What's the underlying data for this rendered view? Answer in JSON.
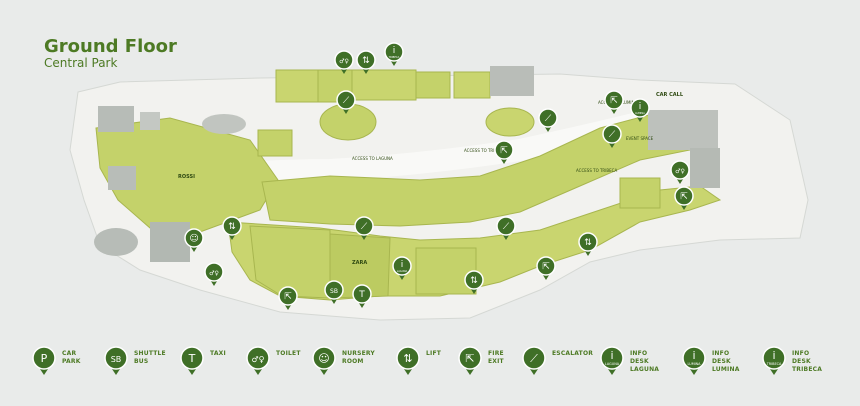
{
  "header": {
    "title": "Ground Floor",
    "subtitle": "Central Park"
  },
  "colors": {
    "brand_green": "#4d7a24",
    "shop_green": "#c4d26a",
    "floor": "#f2f2ef",
    "ground": "#e9ebea",
    "pin": "#3f6f27"
  },
  "map": {
    "labels": {
      "rossi": "ROSSI",
      "zara": "ZARA",
      "ca_laguna": "ACCESS TO LAGUNA",
      "ca_tribeca": "ACCESS TO TRIBECA",
      "ca_tribeca2": "ACCESS TO TRIBECA",
      "ca_lumina": "ACCESS TO LUMINA",
      "car_call": "CAR CALL",
      "event_space": "EVENT SPACE"
    },
    "pins": [
      {
        "icon": "toilet-icon",
        "glyph": "♂♀"
      },
      {
        "icon": "lift-icon",
        "glyph": "⇅"
      },
      {
        "icon": "info-icon",
        "glyph": "i",
        "label": "TRIBECA"
      },
      {
        "icon": "escalator-icon",
        "glyph": "⟋"
      },
      {
        "icon": "fire-exit-icon",
        "glyph": "⇱"
      },
      {
        "icon": "escalator-icon",
        "glyph": "⟋"
      },
      {
        "icon": "fire-exit-icon",
        "glyph": "⇱"
      },
      {
        "icon": "info-icon",
        "glyph": "i",
        "label": "LUMINA"
      },
      {
        "icon": "escalator-icon",
        "glyph": "⟋"
      },
      {
        "icon": "toilet-icon",
        "glyph": "♂♀"
      },
      {
        "icon": "fire-exit-icon",
        "glyph": "⇱"
      },
      {
        "icon": "lift-icon",
        "glyph": "⇅"
      },
      {
        "icon": "nursery-icon",
        "glyph": "☺"
      },
      {
        "icon": "lift-icon",
        "glyph": "⇅"
      },
      {
        "icon": "toilet-icon",
        "glyph": "♂♀"
      },
      {
        "icon": "fire-exit-icon",
        "glyph": "⇱"
      },
      {
        "icon": "shuttle-bus-icon",
        "glyph": "SB"
      },
      {
        "icon": "taxi-icon",
        "glyph": "T"
      },
      {
        "icon": "info-icon",
        "glyph": "i",
        "label": "LAGUNA"
      },
      {
        "icon": "escalator-icon",
        "glyph": "⟋"
      },
      {
        "icon": "escalator-icon",
        "glyph": "⟋"
      },
      {
        "icon": "fire-exit-icon",
        "glyph": "⇱"
      },
      {
        "icon": "lift-icon",
        "glyph": "⇅"
      }
    ]
  },
  "legend": [
    {
      "icon": "car-park-icon",
      "glyph": "P",
      "label": "CAR PARK"
    },
    {
      "icon": "shuttle-bus-icon",
      "glyph": "SB",
      "label": "SHUTTLE BUS"
    },
    {
      "icon": "taxi-icon",
      "glyph": "T",
      "label": "TAXI"
    },
    {
      "icon": "toilet-icon",
      "glyph": "♂♀",
      "label": "TOILET"
    },
    {
      "icon": "nursery-icon",
      "glyph": "☺",
      "label": "NURSERY ROOM"
    },
    {
      "icon": "lift-icon",
      "glyph": "⇅",
      "label": "LIFT"
    },
    {
      "icon": "fire-exit-icon",
      "glyph": "⇱",
      "label": "FIRE EXIT"
    },
    {
      "icon": "escalator-icon",
      "glyph": "⟋",
      "label": "ESCALATOR"
    },
    {
      "icon": "info-icon",
      "glyph": "i",
      "sub": "LAGUNA",
      "label": "INFO DESK LAGUNA"
    },
    {
      "icon": "info-icon",
      "glyph": "i",
      "sub": "LUMINA",
      "label": "INFO DESK LUMINA"
    },
    {
      "icon": "info-icon",
      "glyph": "i",
      "sub": "TRIBECA",
      "label": "INFO DESK TRIBECA"
    }
  ]
}
